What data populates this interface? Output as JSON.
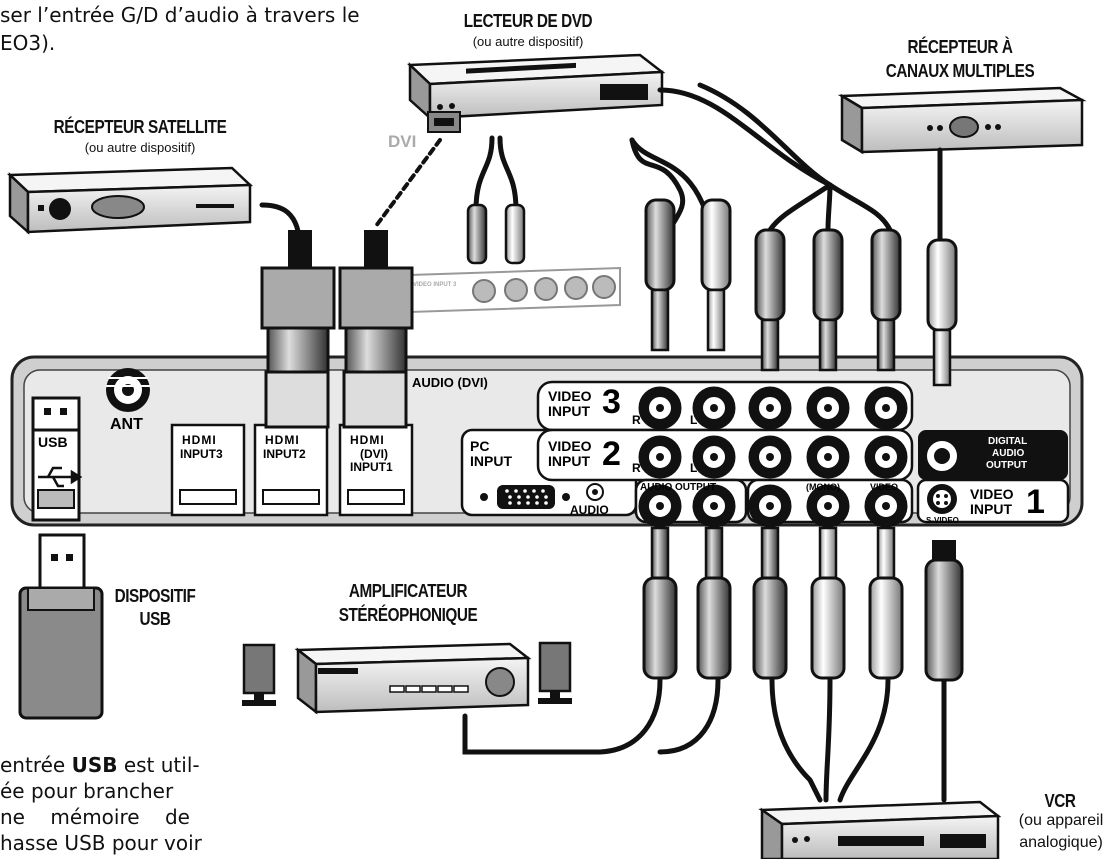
{
  "top_text": {
    "line1_prefix": "ser l’entrée G/D d’audio à travers le",
    "line2": "EO3)."
  },
  "devices": {
    "dvd": {
      "title": "LECTEUR DE DVD",
      "subtitle": "(ou autre dispositif)"
    },
    "multi": {
      "title_line1": "RÉCEPTEUR À",
      "title_line2": "CANAUX MULTIPLES"
    },
    "satellite": {
      "title": "RÉCEPTEUR SATELLITE",
      "subtitle": "(ou autre dispositif)"
    },
    "usb": {
      "title_line1": "DISPOSITIF",
      "title_line2": "USB"
    },
    "amp": {
      "title_line1": "AMPLIFICATEUR",
      "title_line2": "STÉRÉOPHONIQUE"
    },
    "vcr": {
      "title": "VCR",
      "subtitle_line1": "(ou appareil",
      "subtitle_line2": "analogique)"
    }
  },
  "labels": {
    "dvi": "DVI",
    "audio_dvi": "AUDIO (DVI)",
    "usb": "USB",
    "ant": "ANT",
    "hdmi": "HDMI",
    "hdmi_input3": "INPUT3",
    "hdmi_input2": "INPUT2",
    "hdmi_input1_dvi": "(DVI)",
    "hdmi_input1": "INPUT1",
    "pc": "PC",
    "input": "INPUT",
    "audio": "AUDIO",
    "video3_a": "VIDEO",
    "video3_b": "INPUT",
    "video3_num": "3",
    "video2_a": "VIDEO",
    "video2_b": "INPUT",
    "video2_num": "2",
    "video1_a": "VIDEO",
    "video1_b": "INPUT",
    "video1_num": "1",
    "r": "R",
    "l": "L",
    "mono": "(MONO)",
    "video": "VIDEO",
    "audio_output": "AUDIO OUTPUT",
    "digital_line1": "DIGITAL",
    "digital_line2": "AUDIO",
    "digital_line3": "OUTPUT",
    "svideo": "S-VIDEO",
    "dvd_panel": "VIDEO INPUT 3"
  },
  "bottom_text": {
    "line1_a": "entrée ",
    "line1_b": "USB",
    "line1_c": " est util-",
    "line2": "ée pour brancher",
    "line3": "ne    mémoire    de",
    "line4": "hasse USB  pour voir"
  }
}
